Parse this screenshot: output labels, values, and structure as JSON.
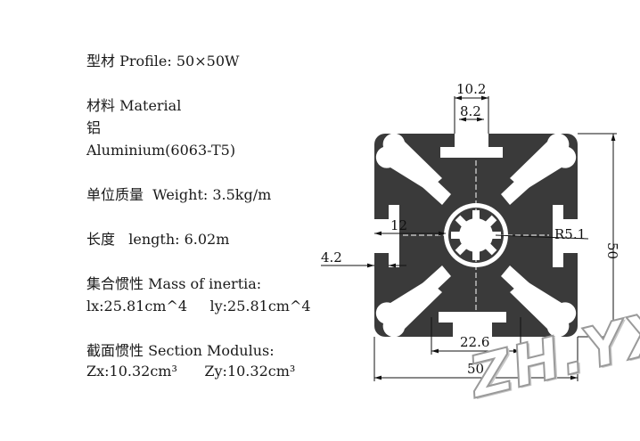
{
  "specs": {
    "profile": "型材 Profile: 50×50W",
    "material_title": "材料 Material",
    "material_cn": "铝",
    "material_value": "Aluminium(6063-T5)",
    "weight": "单位质量  Weight: 3.5kg/m",
    "length": "长度   length: 6.02m",
    "inertia_title": "集合惯性 Mass of inertia:",
    "inertia_values": "lx:25.81cm^4     ly:25.81cm^4",
    "modulus_title": "截面惯性 Section Modulus:",
    "modulus_values": "Zx:10.32cm³      Zy:10.32cm³"
  },
  "drawing": {
    "dim_top_outer": "10.2",
    "dim_top_inner": "8.2",
    "dim_left": "12",
    "dim_radius": "R5.1",
    "dim_slot": "4.2",
    "dim_bottom_inner": "22.6",
    "dim_bottom_overall": "50",
    "dim_right_overall": "50",
    "profile_color": "#3a3a3a"
  },
  "watermark": "ZH.YX"
}
